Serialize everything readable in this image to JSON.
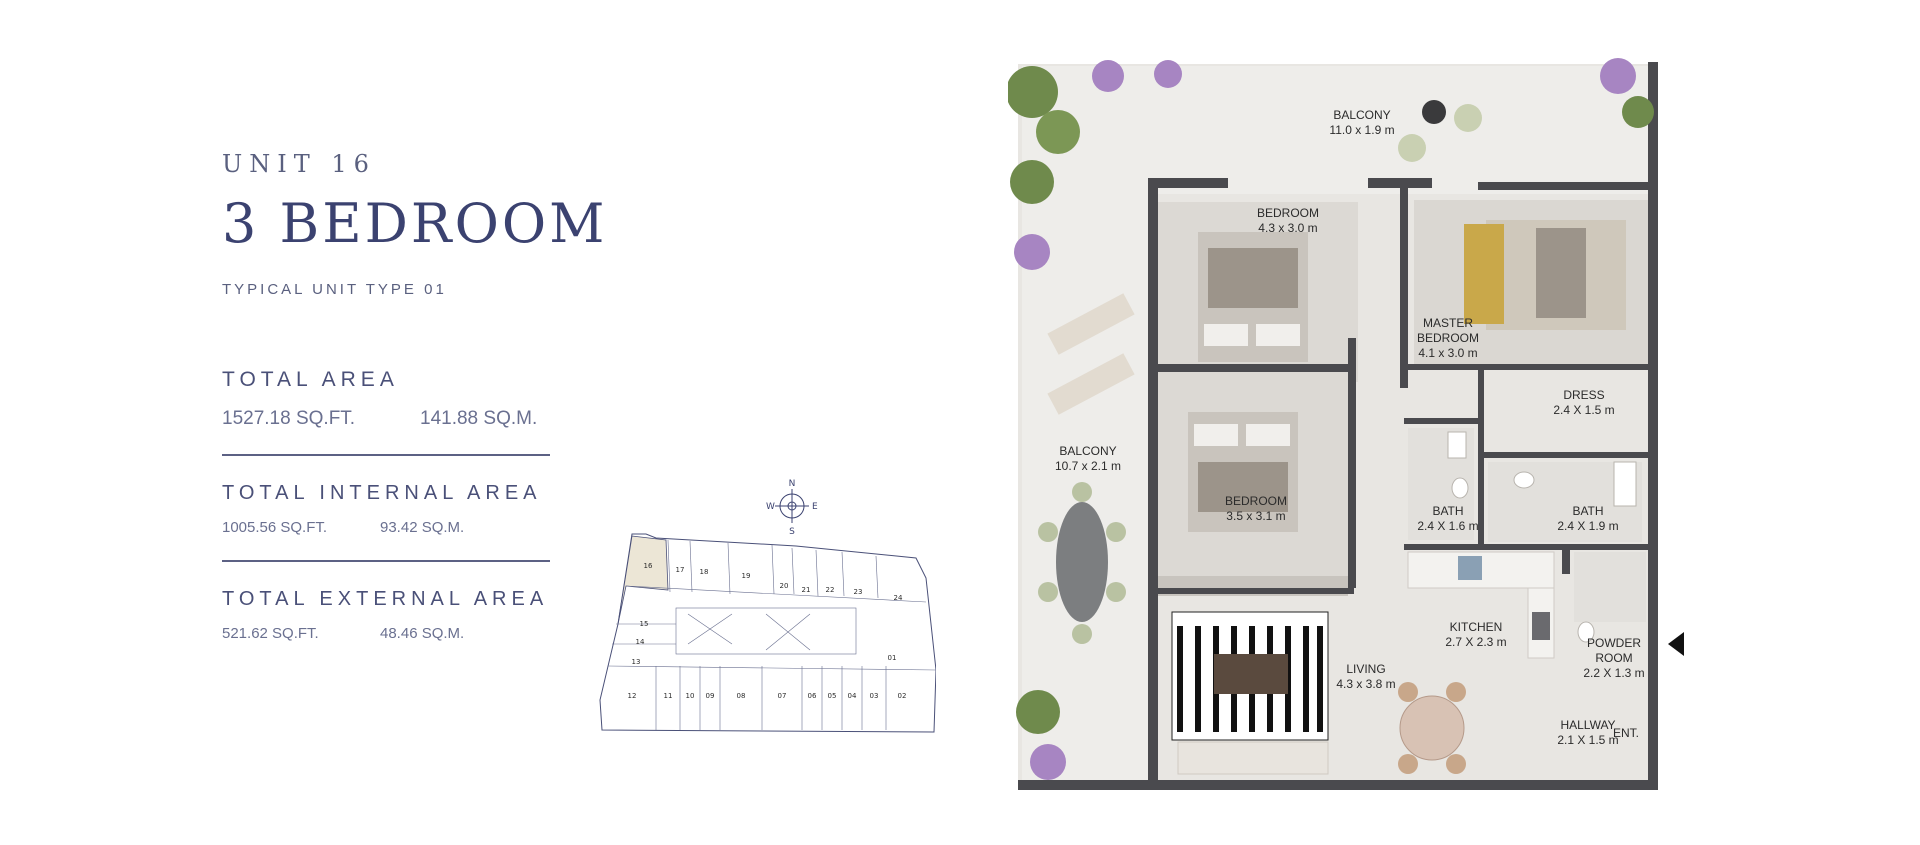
{
  "unit": {
    "label": "UNIT 16",
    "type": "3 BEDROOM",
    "subtitle": "TYPICAL UNIT TYPE 01"
  },
  "areas": {
    "total": {
      "label": "TOTAL AREA",
      "sqft": "1527.18 SQ.FT.",
      "sqm": "141.88 SQ.M."
    },
    "internal": {
      "label": "TOTAL INTERNAL AREA",
      "sqft": "1005.56 SQ.FT.",
      "sqm": "93.42 SQ.M."
    },
    "external": {
      "label": "TOTAL EXTERNAL AREA",
      "sqft": "521.62 SQ.FT.",
      "sqm": "48.46 SQ.M."
    }
  },
  "compass": {
    "n": "N",
    "s": "S",
    "e": "E",
    "w": "W"
  },
  "keyplan": {
    "highlighted_unit": "16",
    "units": [
      "16",
      "17",
      "18",
      "19",
      "20",
      "21",
      "22",
      "23",
      "24",
      "15",
      "14",
      "13",
      "12",
      "11",
      "10",
      "09",
      "08",
      "07",
      "06",
      "05",
      "04",
      "03",
      "02",
      "01"
    ]
  },
  "rooms": {
    "balcony_top": {
      "name": "BALCONY",
      "dim": "11.0 x 1.9 m"
    },
    "bedroom_1": {
      "name": "BEDROOM",
      "dim": "4.3 x 3.0 m"
    },
    "master_bedroom": {
      "name": "MASTER BEDROOM",
      "dim": "4.1 x 3.0 m"
    },
    "dress": {
      "name": "DRESS",
      "dim": "2.4 X 1.5 m"
    },
    "balcony_side": {
      "name": "BALCONY",
      "dim": "10.7 x 2.1 m"
    },
    "bedroom_2": {
      "name": "BEDROOM",
      "dim": "3.5 x 3.1 m"
    },
    "bath_1": {
      "name": "BATH",
      "dim": "2.4 X 1.6 m"
    },
    "bath_2": {
      "name": "BATH",
      "dim": "2.4 X 1.9 m"
    },
    "kitchen": {
      "name": "KITCHEN",
      "dim": "2.7 X 2.3 m"
    },
    "powder_room": {
      "name": "POWDER ROOM",
      "dim": "2.2 X 1.3 m"
    },
    "living": {
      "name": "LIVING",
      "dim": "4.3 x 3.8 m"
    },
    "hallway": {
      "name": "HALLWAY",
      "dim": "2.1 X 1.5 m"
    },
    "entrance": {
      "name": "ENT."
    }
  },
  "colors": {
    "accent": "#3b4270",
    "wall": "#4a4a4e",
    "floor": "#e4e1dc",
    "greenery": "#6f8a4c",
    "flowers": "#a785c2",
    "keyplan_highlight": "#ece6d6"
  }
}
